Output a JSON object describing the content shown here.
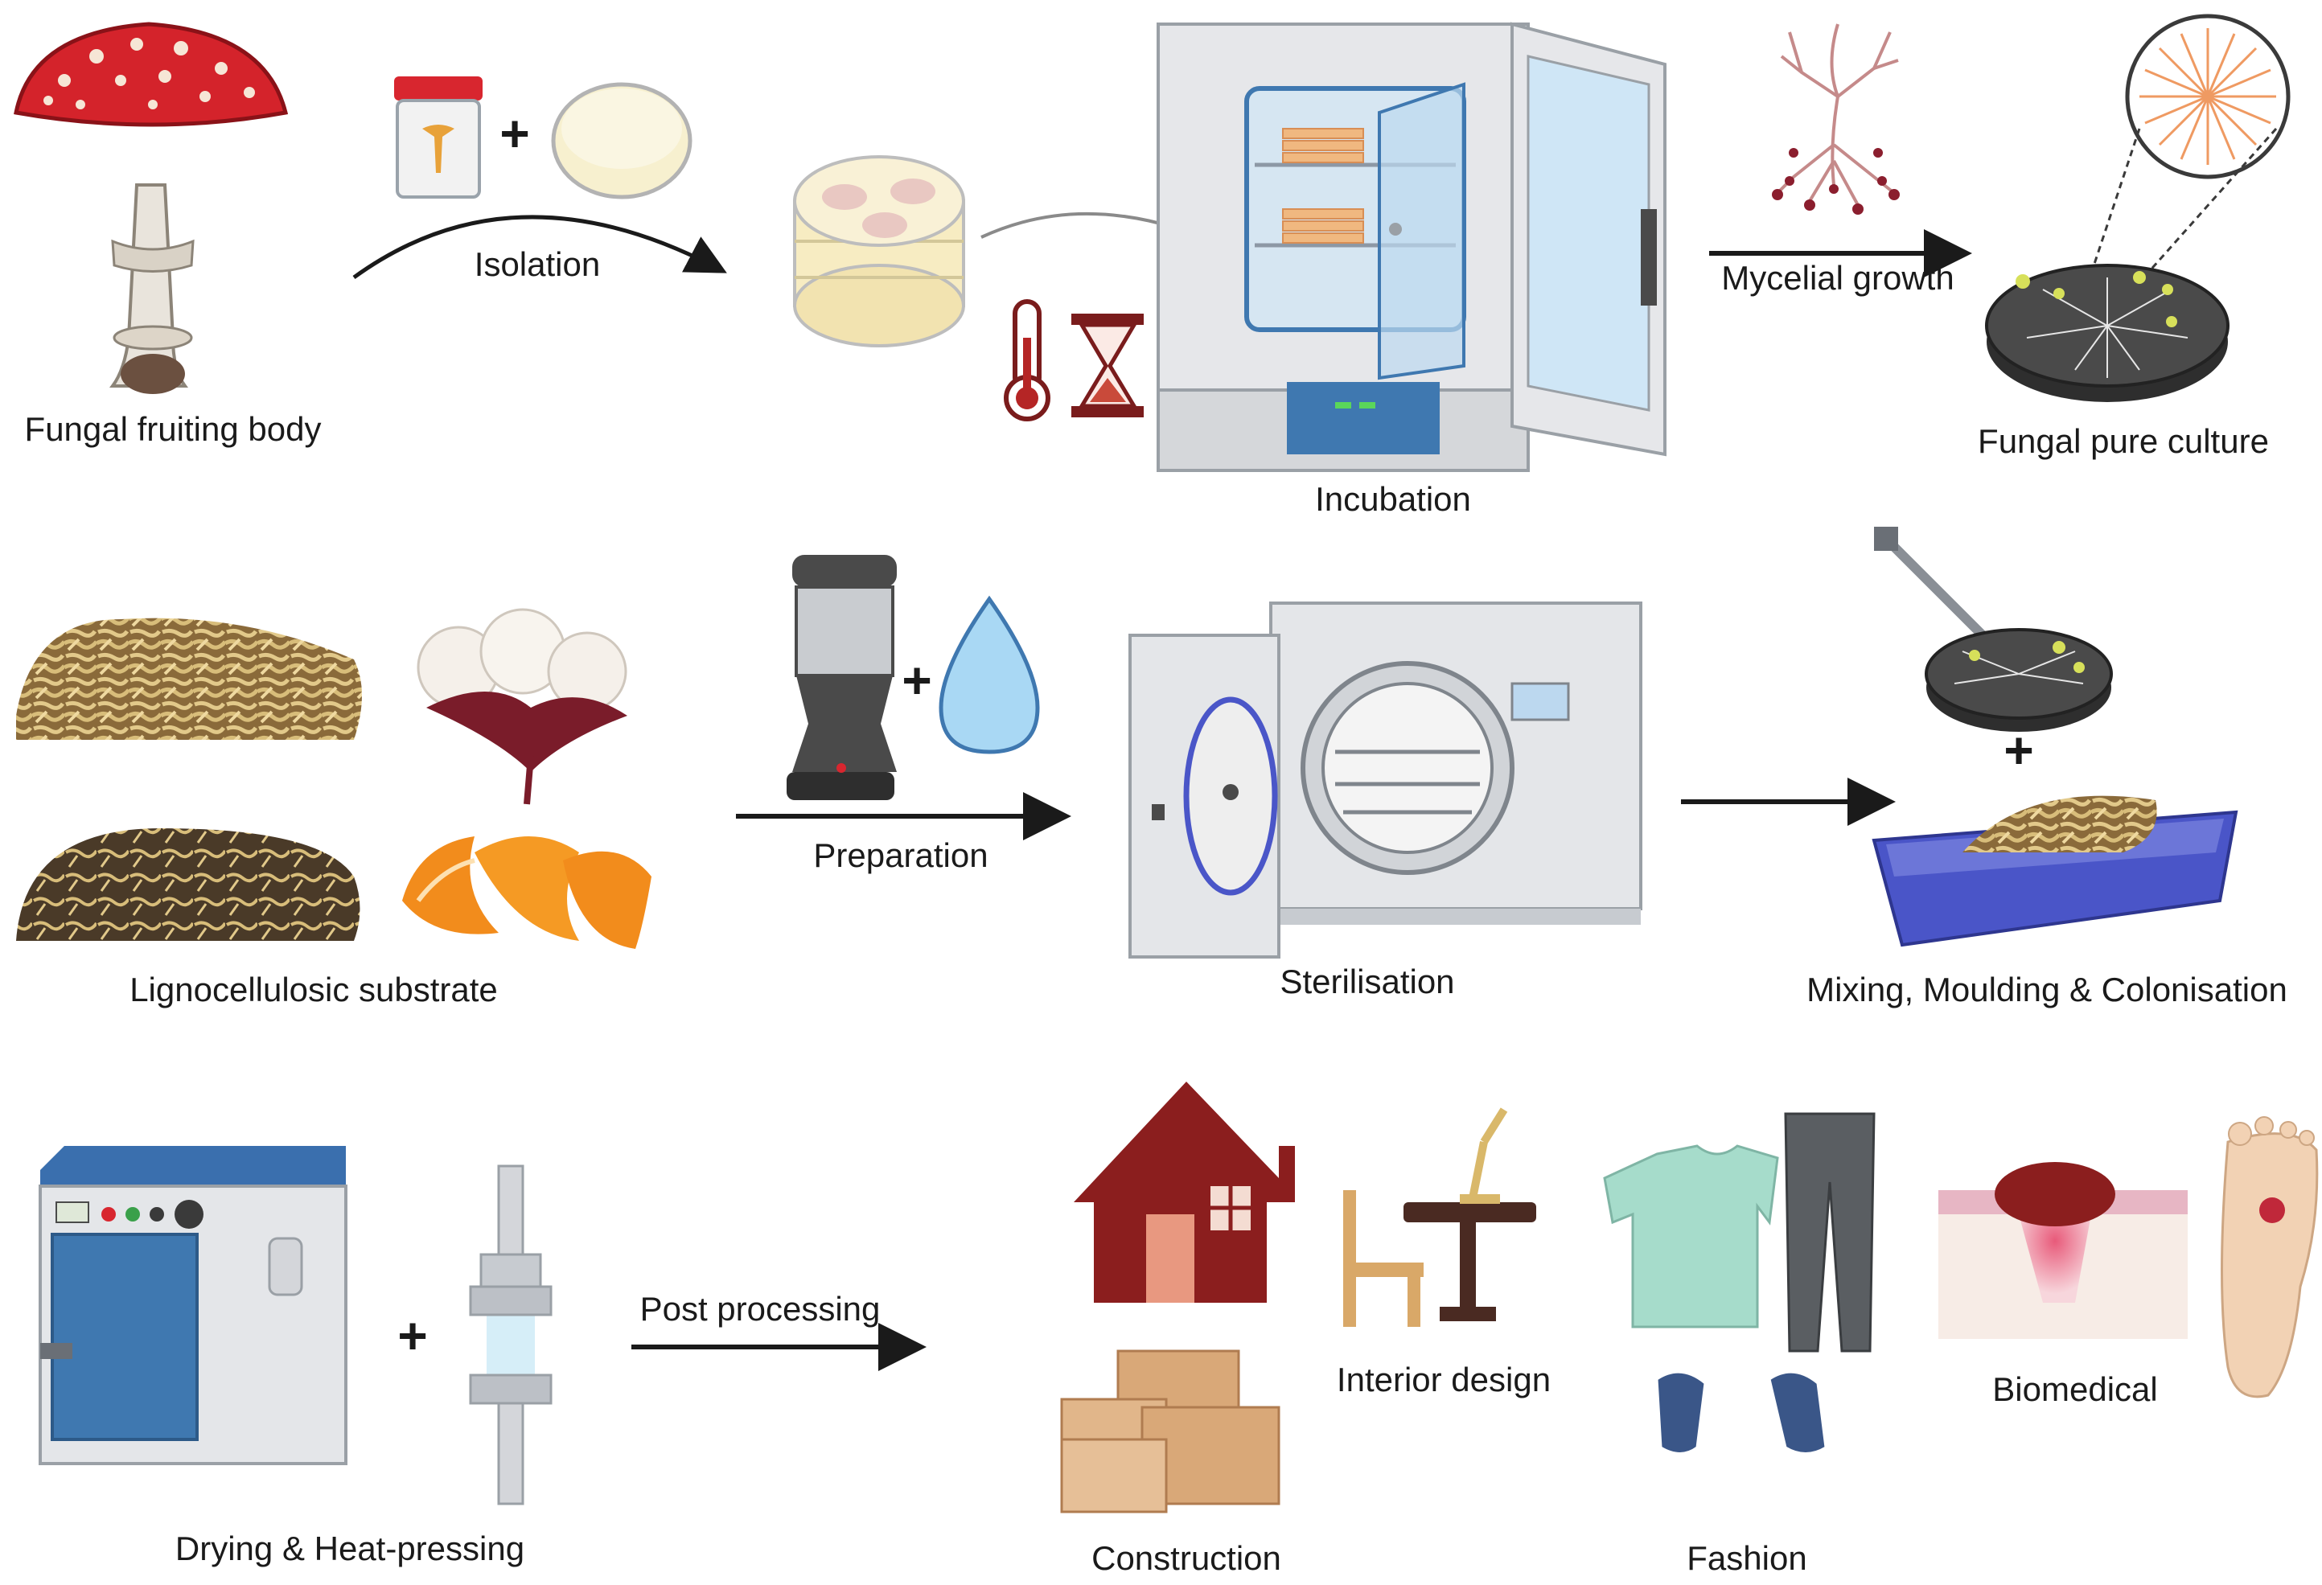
{
  "rows": [
    {
      "steps": [
        {
          "label": "Fungal fruiting body"
        },
        {
          "label": "Isolation"
        },
        {
          "label": "Incubation"
        },
        {
          "label": "Mycelial growth"
        },
        {
          "label": "Fungal pure culture"
        }
      ]
    },
    {
      "steps": [
        {
          "label": "Lignocellulosic substrate"
        },
        {
          "label": "Preparation"
        },
        {
          "label": "Sterilisation"
        },
        {
          "label": "Mixing, Moulding & Colonisation"
        }
      ]
    },
    {
      "steps": [
        {
          "label": "Drying & Heat-pressing"
        },
        {
          "label": "Post processing"
        }
      ]
    }
  ],
  "applications": [
    {
      "label": "Construction"
    },
    {
      "label": "Interior design"
    },
    {
      "label": "Fashion"
    },
    {
      "label": "Biomedical"
    }
  ],
  "plus_sign": "+",
  "colors": {
    "mushroom_cap": "#d4232b",
    "substrate_straw": "#d8bd7a",
    "incubator_blue": "#3f78b0",
    "house_red": "#8b1e1e",
    "box_tan": "#d9a878",
    "tray_blue": "#4a55c8",
    "petri_dark": "#3a3a3a",
    "arrow": "#1a1a1a"
  },
  "icons": [
    "mushroom-icon",
    "specimen-jar-icon",
    "petri-dish-icon",
    "thermometer-icon",
    "hourglass-icon",
    "incubator-icon",
    "mycelium-tree-icon",
    "grinder-icon",
    "water-drop-icon",
    "autoclave-icon",
    "cotton-icon",
    "orange-peel-icon",
    "inoculation-loop-icon",
    "tray-icon",
    "drying-oven-icon",
    "press-icon",
    "house-icon",
    "boxes-icon",
    "chair-icon",
    "desk-lamp-icon",
    "tshirt-icon",
    "trousers-icon",
    "sneaker-icon",
    "skin-wound-icon",
    "foot-icon"
  ]
}
